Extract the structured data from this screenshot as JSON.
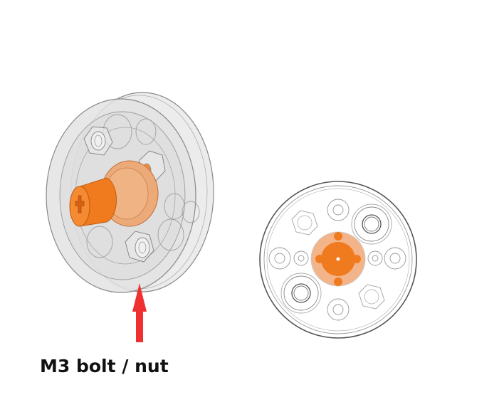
{
  "caption": {
    "text": "M3 bolt / nut"
  },
  "colors": {
    "background": "#ffffff",
    "orange": "#f07a22",
    "orange_light": "#f2a872",
    "outline": "#8a8a8a",
    "transparent_body": "#e6e6e6",
    "arrow": "#f03030"
  },
  "views": [
    {
      "name": "isometric-view",
      "description": "Transparent pulley wheel with orange shaft hub and hex nuts"
    },
    {
      "name": "front-view",
      "description": "Front face of pulley with orange hub, hex nut pockets and bolt holes"
    }
  ],
  "arrow": {
    "direction": "up",
    "target": "isometric-view"
  }
}
